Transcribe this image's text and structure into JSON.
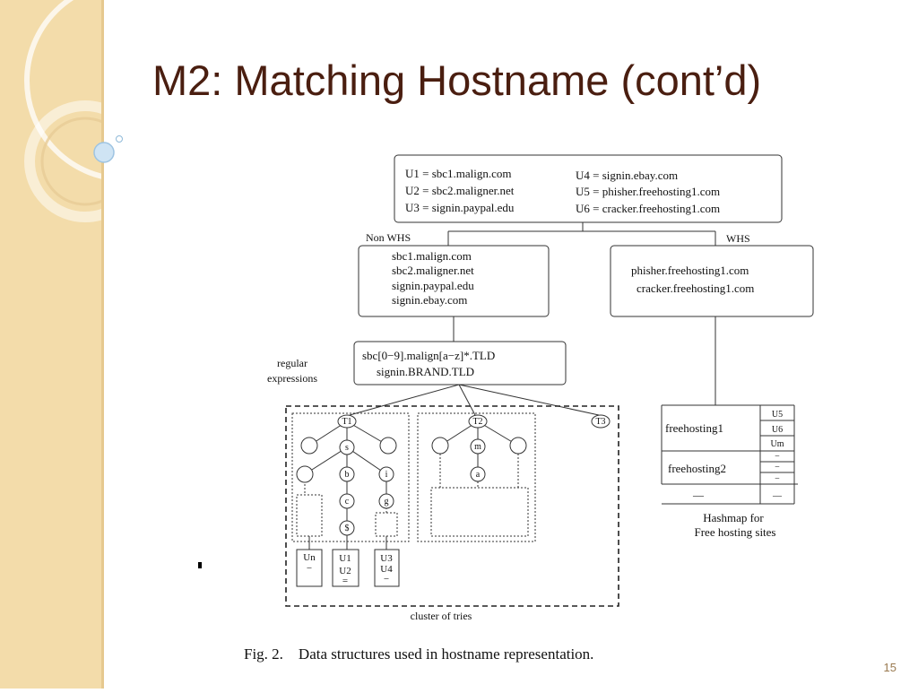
{
  "slide": {
    "title": "M2: Matching Hostname (cont’d)",
    "page_number": "15",
    "caption": "Fig. 2.    Data structures used in hostname representation."
  },
  "diagram": {
    "urls_left": [
      "U1 = sbc1.malign.com",
      "U2 = sbc2.maligner.net",
      "U3 = signin.paypal.edu"
    ],
    "urls_right": [
      "U4 = signin.ebay.com",
      "U5 = phisher.freehosting1.com",
      "U6 = cracker.freehosting1.com"
    ],
    "non_whs_label": "Non WHS",
    "whs_label": "WHS",
    "non_whs_hosts": [
      "sbc1.malign.com",
      "sbc2.maligner.net",
      "signin.paypal.edu",
      "signin.ebay.com"
    ],
    "whs_hosts": [
      "phisher.freehosting1.com",
      "cracker.freehosting1.com"
    ],
    "regex_label": [
      "regular",
      "expressions"
    ],
    "regexes": [
      "sbc[0−9].malign[a−z]*.TLD",
      "signin.BRAND.TLD"
    ],
    "tries": {
      "roots": [
        "T1",
        "T2",
        "T3"
      ],
      "t1_nodes": [
        "s",
        "b",
        "i",
        "c",
        "g",
        "$"
      ],
      "t2_nodes": [
        "m",
        "a"
      ],
      "leaves": [
        [
          "Un",
          "−"
        ],
        [
          "U1",
          "U2",
          "="
        ],
        [
          "U3",
          "U4",
          "−"
        ]
      ],
      "cluster_label": "cluster of tries"
    },
    "hashmap": {
      "rows": [
        {
          "key": "freehosting1",
          "values": [
            "U5",
            "U6",
            "Um"
          ]
        },
        {
          "key": "freehosting2",
          "values": [
            "−",
            "−",
            "−"
          ]
        },
        {
          "key": "—",
          "values": [
            "—"
          ]
        }
      ],
      "caption": [
        "Hashmap for",
        "Free hosting sites"
      ]
    }
  }
}
